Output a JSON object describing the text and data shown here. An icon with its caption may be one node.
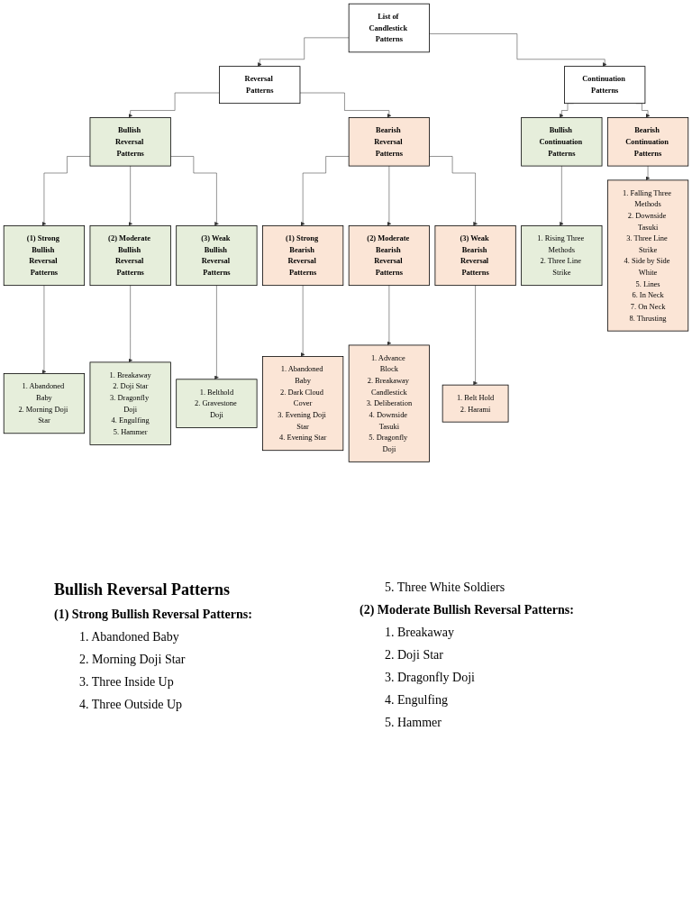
{
  "diagram": {
    "nodes": [
      {
        "text": [
          "List of Candlestick Patterns"
        ]
      },
      {
        "text": [
          "Reversal Patterns"
        ]
      },
      {
        "text": [
          "Continuation Patterns"
        ]
      },
      {
        "text": [
          "Bullish Reversal Patterns"
        ]
      },
      {
        "text": [
          "Bearish Reversal Patterns"
        ]
      },
      {
        "text": [
          "Bullish Continuation Patterns"
        ]
      },
      {
        "text": [
          "Bearish Continuation Patterns"
        ]
      },
      {
        "text": [
          "(1) Strong Bullish Reversal Patterns"
        ]
      },
      {
        "text": [
          "(2) Moderate Bullish Reversal Patterns"
        ]
      },
      {
        "text": [
          "(3) Weak Bullish Reversal Patterns"
        ]
      },
      {
        "text": [
          "(1) Strong Bearish Reversal Patterns"
        ]
      },
      {
        "text": [
          "(2) Moderate Bearish Reversal Patterns"
        ]
      },
      {
        "text": [
          "(3) Weak Bearish Reversal Patterns"
        ]
      },
      {
        "text": [
          "1. Rising Three Methods",
          "2. Three Line Strike"
        ]
      },
      {
        "text": [
          "1. Falling Three Methods",
          "2. Downside Tasuki",
          "3. Three Line Strike",
          "4. Side by Side White",
          "5. Lines",
          "6. In Neck",
          "7. On Neck",
          "8. Thrusting"
        ]
      },
      {
        "text": [
          "1. Abandoned Baby",
          "2. Morning Doji Star"
        ]
      },
      {
        "text": [
          "1. Breakaway",
          "2. Doji Star",
          "3. Dragonfly Doji",
          "4. Engulfing",
          "5. Hammer"
        ]
      },
      {
        "text": [
          "1. Belthold",
          "2. Gravestone Doji"
        ]
      },
      {
        "text": [
          "1. Abandoned Baby",
          "2. Dark Cloud Cover",
          "3. Evening Doji Star",
          "4. Evening Star"
        ]
      },
      {
        "text": [
          "1. Advance Block",
          "2. Breakaway Candlestick",
          "3. Deliberation",
          "4. Downside Tasuki",
          "5. Dragonfly Doji"
        ]
      },
      {
        "text": [
          "1. Belt Hold",
          "2. Harami"
        ]
      }
    ],
    "edges": [
      {
        "from": 0,
        "to": 1,
        "arrow": "to"
      },
      {
        "from": 0,
        "to": 2,
        "arrow": "to"
      },
      {
        "from": 1,
        "to": 3,
        "arrow": "to"
      },
      {
        "from": 1,
        "to": 4,
        "arrow": "to"
      },
      {
        "from": 2,
        "to": 5,
        "arrow": "to"
      },
      {
        "from": 2,
        "to": 6,
        "arrow": "to"
      },
      {
        "from": 3,
        "to": 7,
        "arrow": "to"
      },
      {
        "from": 3,
        "to": 8,
        "arrow": "to"
      },
      {
        "from": 3,
        "to": 9,
        "arrow": "to"
      },
      {
        "from": 4,
        "to": 10,
        "arrow": "to"
      },
      {
        "from": 4,
        "to": 11,
        "arrow": "to"
      },
      {
        "from": 4,
        "to": 12,
        "arrow": "to"
      },
      {
        "from": 5,
        "to": 13,
        "arrow": "to"
      },
      {
        "from": 6,
        "to": 14,
        "arrow": "to"
      },
      {
        "from": 7,
        "to": 15,
        "arrow": "to"
      },
      {
        "from": 8,
        "to": 16,
        "arrow": "to"
      },
      {
        "from": 9,
        "to": 17,
        "arrow": "to"
      },
      {
        "from": 10,
        "to": 18,
        "arrow": "to"
      },
      {
        "from": 11,
        "to": 19,
        "arrow": "to"
      },
      {
        "from": 12,
        "to": 20,
        "arrow": "to"
      }
    ],
    "labels": [
      "Bullish Reversal Patterns",
      "(1) Strong Bullish Reversal Patterns:",
      "1. Abandoned Baby",
      "2. Morning Doji Star",
      "3. Three Inside Up",
      "4. Three Outside Up",
      "5. Three White Soldiers",
      "(2) Moderate Bullish Reversal Patterns:",
      "1. Breakaway",
      "2. Doji Star",
      "3. Dragonfly Doji",
      "4. Engulfing",
      "5. Hammer"
    ]
  }
}
